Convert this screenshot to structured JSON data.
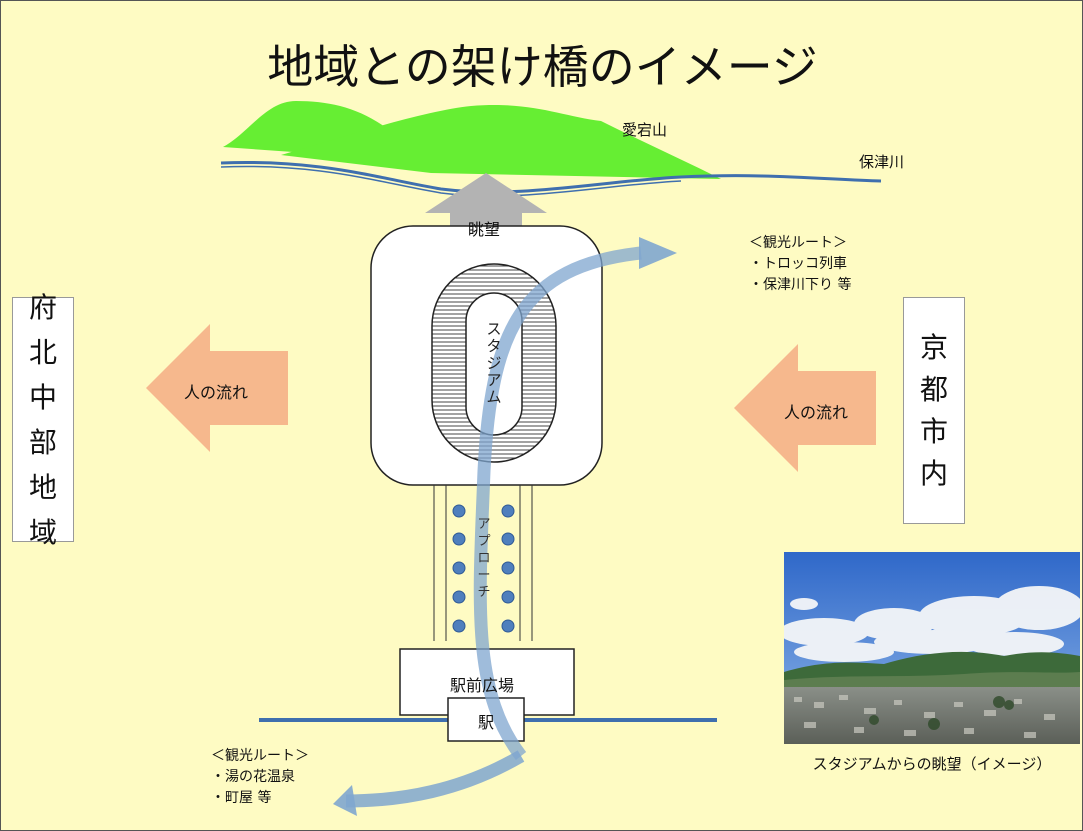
{
  "title": "地域との架け橋のイメージ",
  "labels": {
    "mountain": "愛宕山",
    "river": "保津川",
    "view_arrow": "眺望",
    "stadium": "スタジアム",
    "approach": "アプローチ",
    "plaza": "駅前広場",
    "station": "駅",
    "left_region": "府北中部地域",
    "right_region": "京都市内",
    "flow_left": "人の流れ",
    "flow_right": "人の流れ"
  },
  "route_top": {
    "heading": "＜観光ルート＞",
    "items": [
      "・トロッコ列車",
      "・保津川下り 等"
    ]
  },
  "route_bottom": {
    "heading": "＜観光ルート＞",
    "items": [
      "・湯の花温泉",
      "・町屋 等"
    ]
  },
  "photo_caption": "スタジアムからの眺望（イメージ）",
  "colors": {
    "background": "#fefbc3",
    "mountain": "#66ee33",
    "river": "#3f6fae",
    "route_arrow": "#7fa6cf",
    "flow_arrow": "#f6b88d",
    "view_arrow": "#b3b3b3",
    "lights": "#4f7fbd"
  }
}
